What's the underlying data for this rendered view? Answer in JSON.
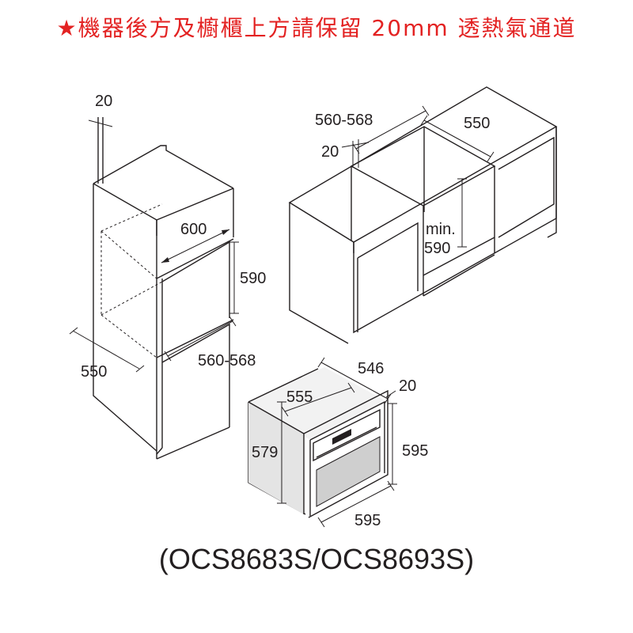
{
  "header": {
    "star": "★",
    "text": "機器後方及櫥櫃上方請保留 20mm 透熱氣通道"
  },
  "tall_cabinet": {
    "d_top_gap": "20",
    "d_width": "600",
    "d_height": "590",
    "d_depth": "550",
    "d_inner_width": "560-568"
  },
  "base_cabinet": {
    "d_width": "560-568",
    "d_depth": "550",
    "d_gap": "20",
    "d_min_label": "min.",
    "d_min_value": "590"
  },
  "oven": {
    "d_depth": "546",
    "d_front": "20",
    "d_body_width": "555",
    "d_body_height": "579",
    "d_height": "595",
    "d_width": "595"
  },
  "model": "(OCS8683S/OCS8693S)",
  "colors": {
    "header": "#e32222",
    "line": "#231f20",
    "oven_body": "#e4e4e4",
    "oven_window": "#cfcfcf"
  }
}
